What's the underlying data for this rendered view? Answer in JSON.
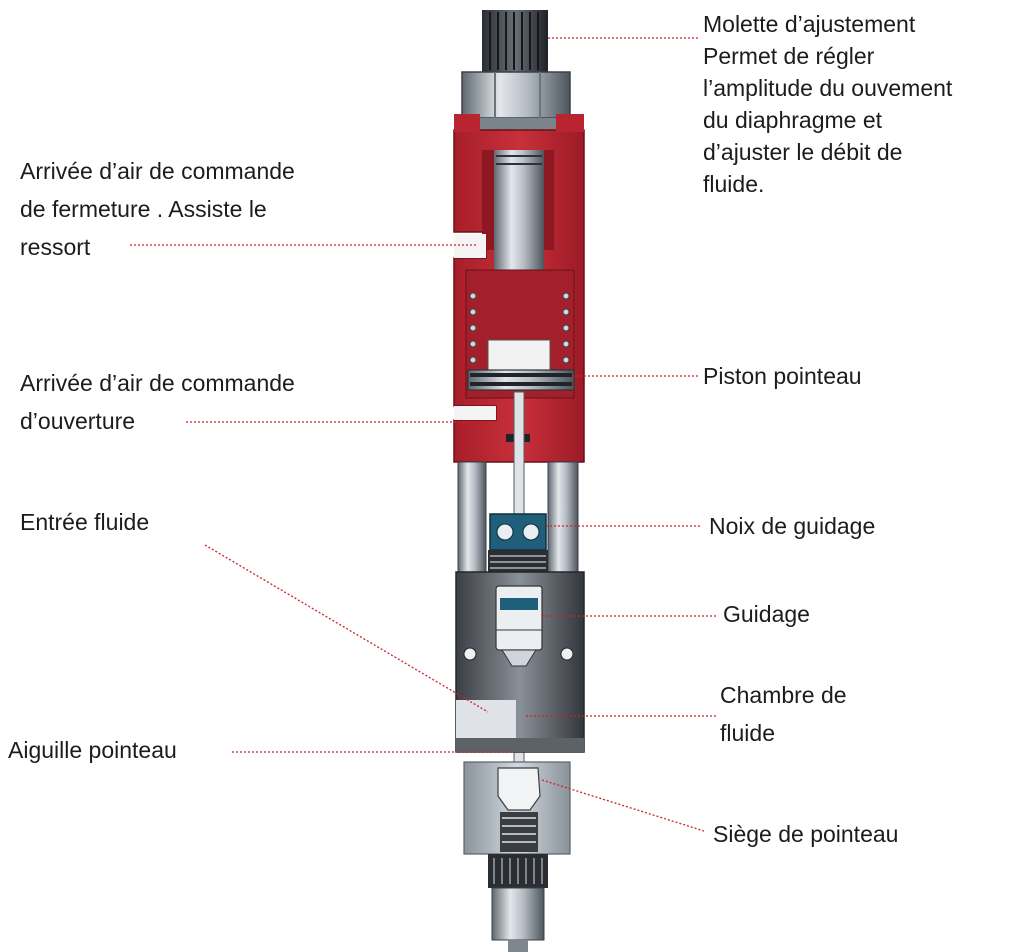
{
  "labels": {
    "molette": [
      "Molette d’ajustement",
      "Permet de régler",
      "l’amplitude du ouvement",
      "du diaphragme et",
      "d’ajuster le débit de",
      "fluide."
    ],
    "fermeture": [
      "Arrivée d’air de commande",
      "de fermeture . Assiste le",
      "ressort"
    ],
    "ouverture": [
      "Arrivée d’air de commande",
      "d’ouverture"
    ],
    "piston": "Piston pointeau",
    "noix": "Noix de guidage",
    "entree": "Entrée fluide",
    "guidage": "Guidage",
    "chambre": [
      "Chambre de",
      "fluide"
    ],
    "aiguille": "Aiguille pointeau",
    "siege": "Siège de pointeau"
  },
  "colors": {
    "body_red": "#c22a35",
    "leader_red": "#d0202a",
    "steel": "#9aa3ad",
    "dark_steel": "#3a3d42",
    "guide_blue": "#1f5f7a"
  }
}
